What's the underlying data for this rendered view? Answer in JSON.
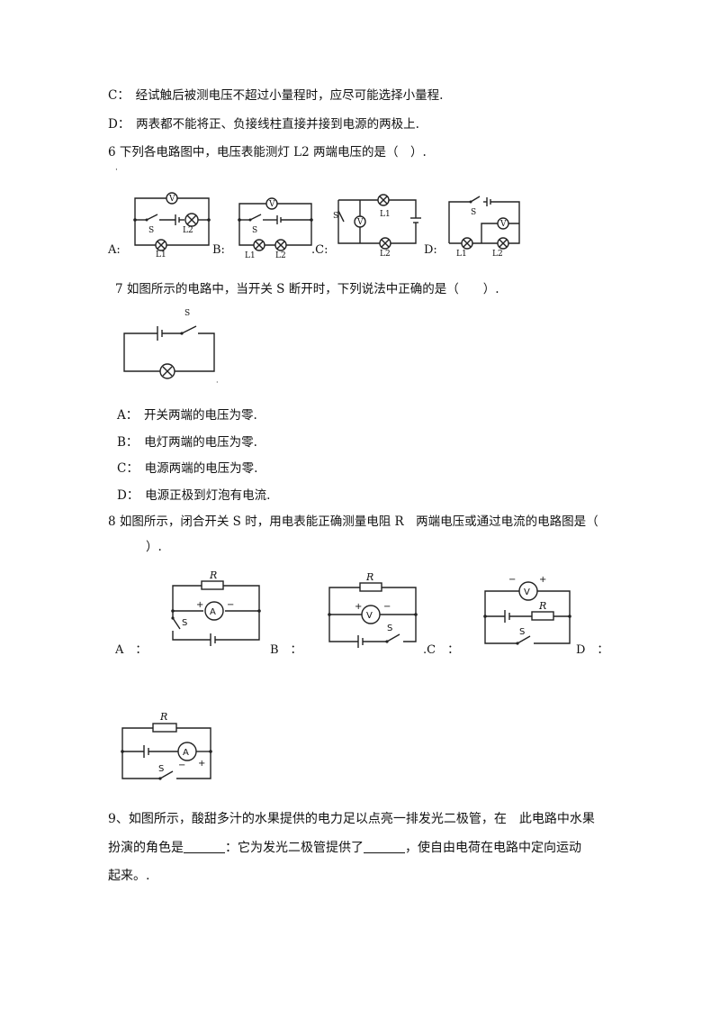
{
  "q5": {
    "c": "C：　经试触后被测电压不超过小量程时，应尽可能选择小量程.",
    "d": "D：　两表都不能将正、负接线柱直接并接到电源的两极上."
  },
  "q6": {
    "stem": "6 下列各电路图中，电压表能测灯 L2 两端电压的是（　）.",
    "labels": [
      "A:",
      "B:",
      ".C:",
      "D:"
    ],
    "meter": "V",
    "switch": "S",
    "lamp1": "L1",
    "lamp2": "L2"
  },
  "q7": {
    "stem": "7 如图所示的电路中，当开关 S 断开时，下列说法中正确的是（　　）.",
    "switch": "S",
    "options": [
      "A：　开关两端的电压为零.",
      "B：　电灯两端的电压为零.",
      "C：　电源两端的电压为零.",
      "D：　电源正极到灯泡有电流."
    ]
  },
  "q8": {
    "stem1": "8 如图所示，闭合开关 S 时，用电表能正确测量电阻 R　两端电压或通过电流的电路图是（",
    "stem2": "）.",
    "labels": [
      "A　：",
      "B　：",
      ".C　：",
      "D　："
    ],
    "resistor": "R",
    "ammeter": "A",
    "voltmeter": "V",
    "switch": "S",
    "plus": "+",
    "minus": "−"
  },
  "q9": {
    "line1": "9、如图所示，酸甜多汁的水果提供的电力足以点亮一排发光二极管，在　此电路中水果",
    "line2a": "扮演的角色是",
    "line2b": "：它为发光二极管提供了",
    "line2c": "，使自由电荷在电路中定向运动",
    "line3": "起来。."
  }
}
